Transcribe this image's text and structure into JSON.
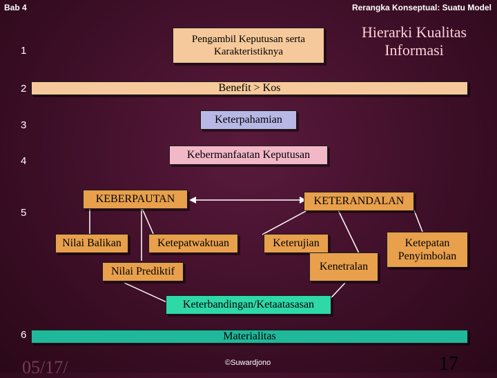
{
  "header": {
    "left": "Bab 4",
    "right": "Rerangka Konseptual: Suatu Model"
  },
  "title": "Hierarki Kualitas Informasi",
  "levels": [
    "1",
    "2",
    "3",
    "4",
    "5",
    "6"
  ],
  "boxes": {
    "pengambil": "Pengambil Keputusan serta Karakteristiknya",
    "benefit": "Benefit > Kos",
    "keterpahamian": "Keterpahamian",
    "kebermanfaatan": "Kebermanfaatan Keputusan",
    "keberpautan": "KEBERPAUTAN",
    "keterandalan": "KETERANDALAN",
    "nilai_balikan": "Nilai Balikan",
    "ketepatwaktuan": "Ketepatwaktuan",
    "keterujian": "Keterujian",
    "ketepatan_penyimbolan": "Ketepatan Penyimbolan",
    "nilai_prediktif": "Nilai Prediktif",
    "kenetralan": "Kenetralan",
    "keterbandingan": "Keterbandingan/Ketaatasasan",
    "materialitas": "Materialitas"
  },
  "footer": {
    "date": "05/17/",
    "credit": "©Suwardjono",
    "page": "17"
  },
  "colors": {
    "background": "#3e0f28",
    "peach": "#f5c99b",
    "lavender": "#b8b8e6",
    "pink": "#f2b8c8",
    "orange": "#e8a04c",
    "green": "#2ed8a8",
    "teal": "#1fb89a",
    "connector": "#ffffff"
  }
}
